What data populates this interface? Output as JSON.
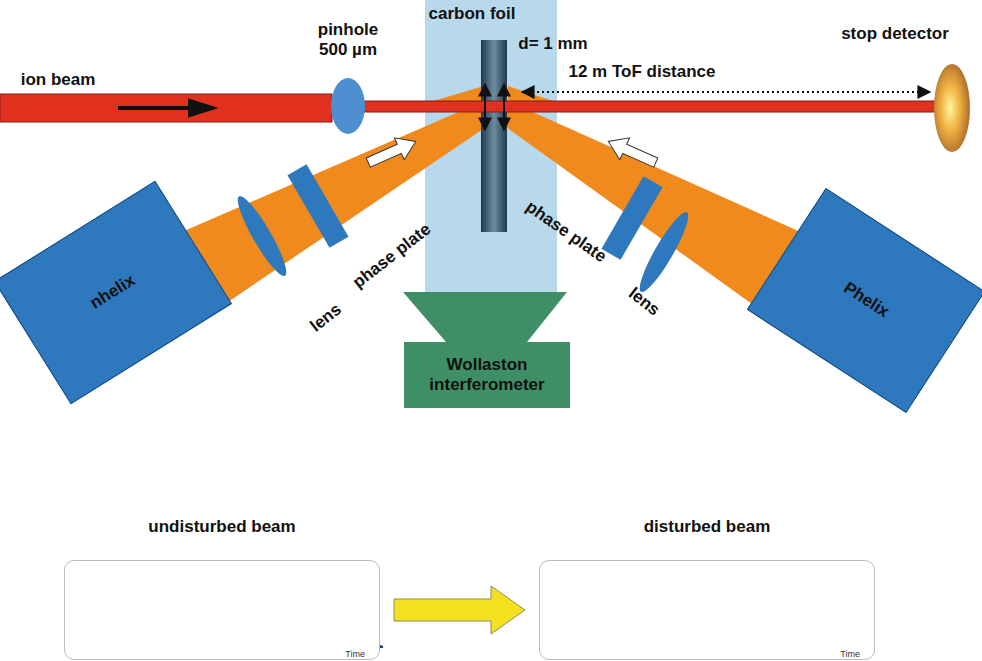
{
  "diagram": {
    "nodes": [
      {
        "text": [
          "nhelix"
        ]
      },
      {
        "text": [
          "Phelix"
        ]
      },
      {
        "text": [
          "Wollaston interferometer"
        ]
      },
      {
        "text": [
          "undisturbed beam",
          "Time"
        ]
      },
      {
        "text": [
          "disturbed beam",
          "Time"
        ]
      }
    ],
    "edges": [
      {
        "from": 3,
        "to": 4,
        "arrow": "to"
      }
    ],
    "labels": [
      "ion beam",
      "pinhole 500 µm",
      "carbon foil",
      "d= 1 mm",
      "12 m ToF distance",
      "stop detector",
      "phase plate",
      "lens",
      "phase plate",
      "lens"
    ]
  }
}
